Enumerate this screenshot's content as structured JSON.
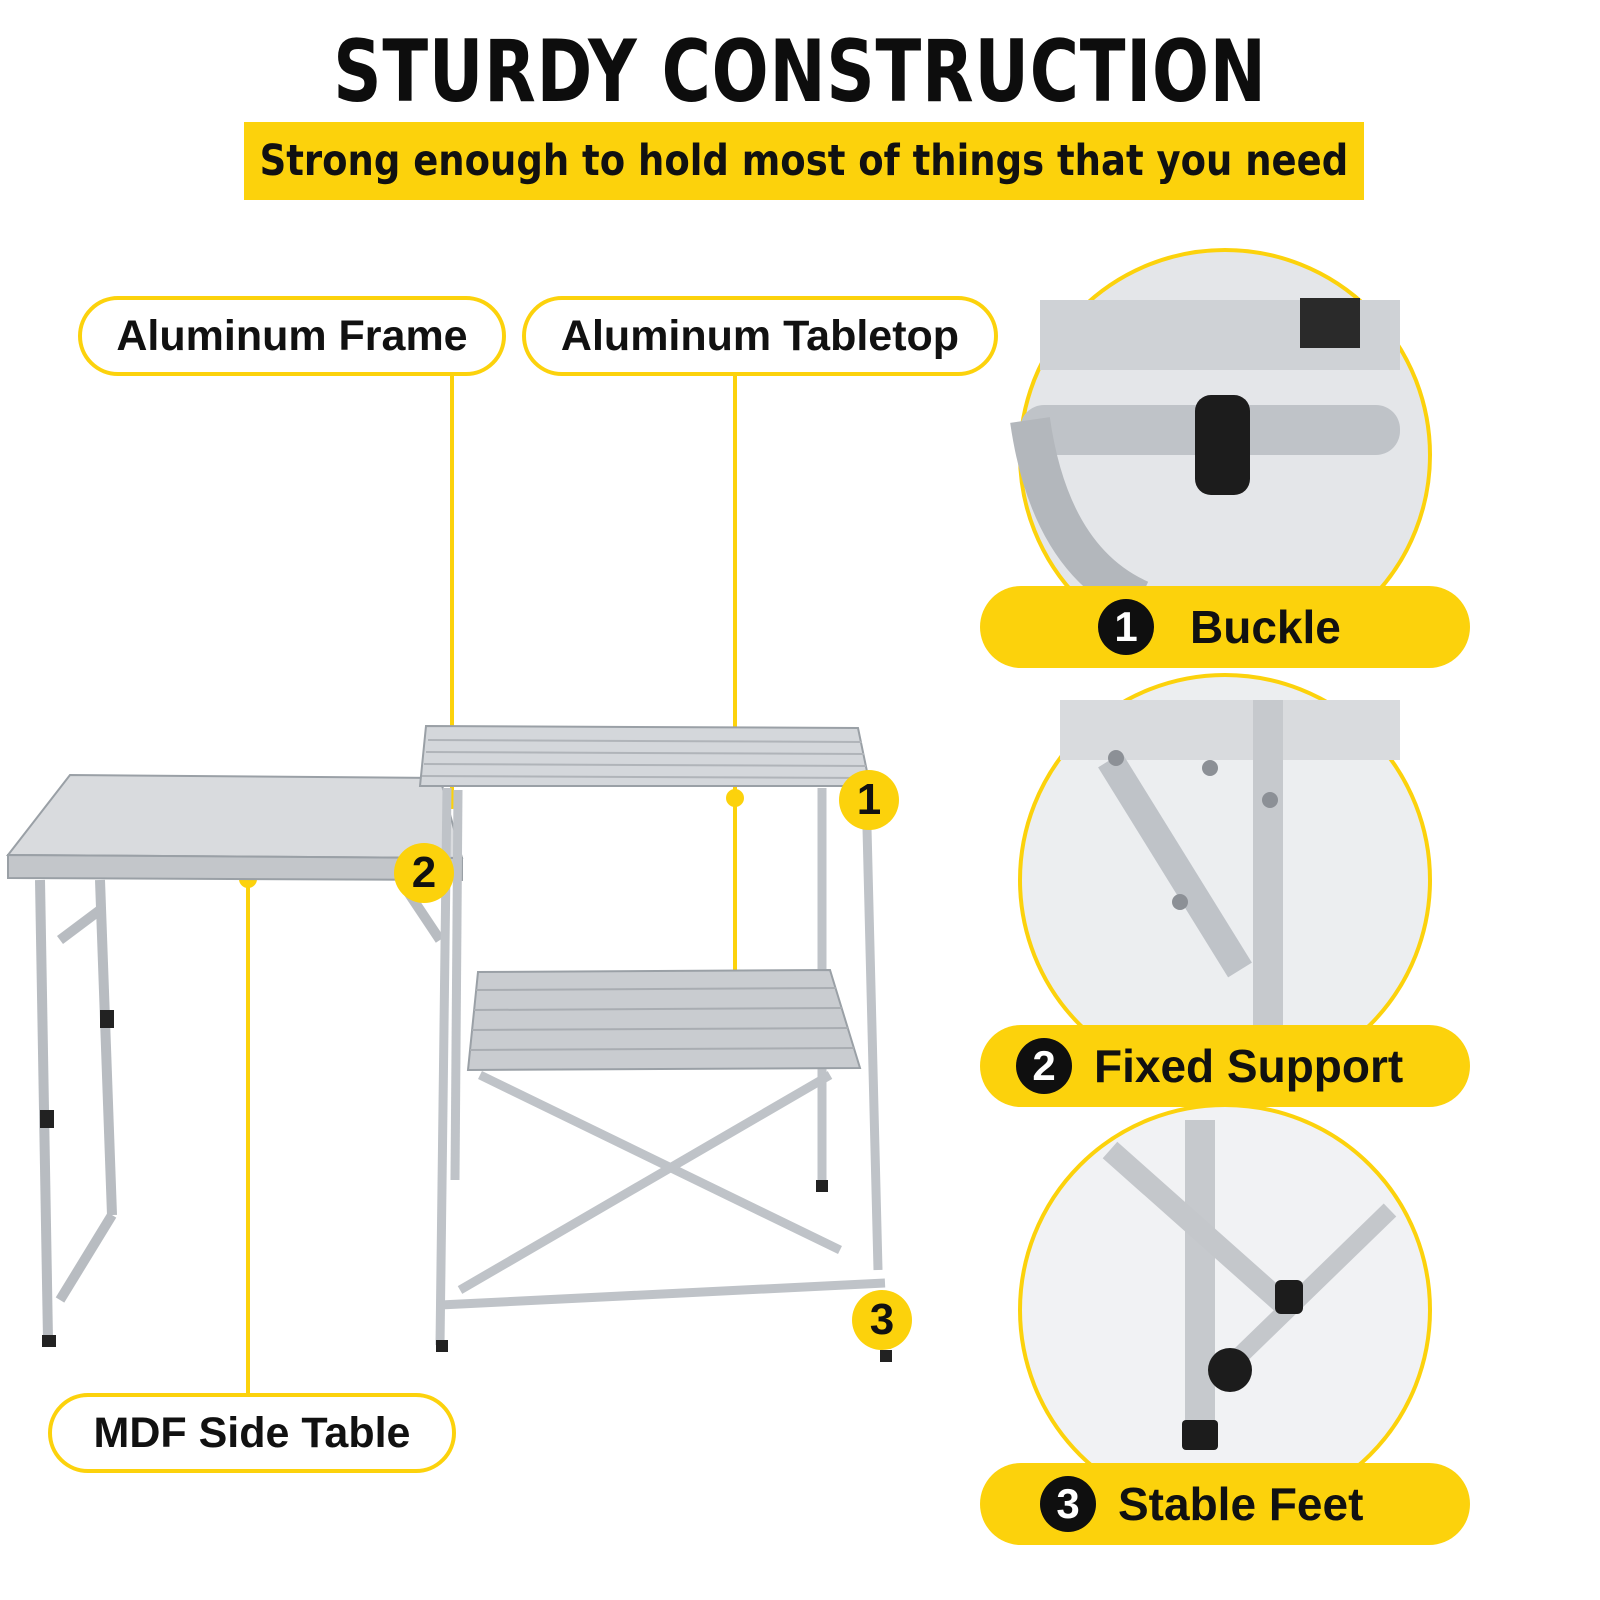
{
  "title": "STURDY CONSTRUCTION",
  "subtitle": "Strong enough to hold most of things that you need",
  "labels": {
    "aluminum_frame": "Aluminum Frame",
    "aluminum_tabletop": "Aluminum Tabletop",
    "mdf_side_table": "MDF Side Table"
  },
  "callouts": [
    "1",
    "2",
    "3"
  ],
  "details": [
    {
      "number": "1",
      "label": "Buckle"
    },
    {
      "number": "2",
      "label": "Fixed Support"
    },
    {
      "number": "3",
      "label": "Stable Feet"
    }
  ],
  "colors": {
    "accent": "#fcd20c",
    "dark": "#0f0f0f",
    "metal": "#c9ccd0"
  }
}
